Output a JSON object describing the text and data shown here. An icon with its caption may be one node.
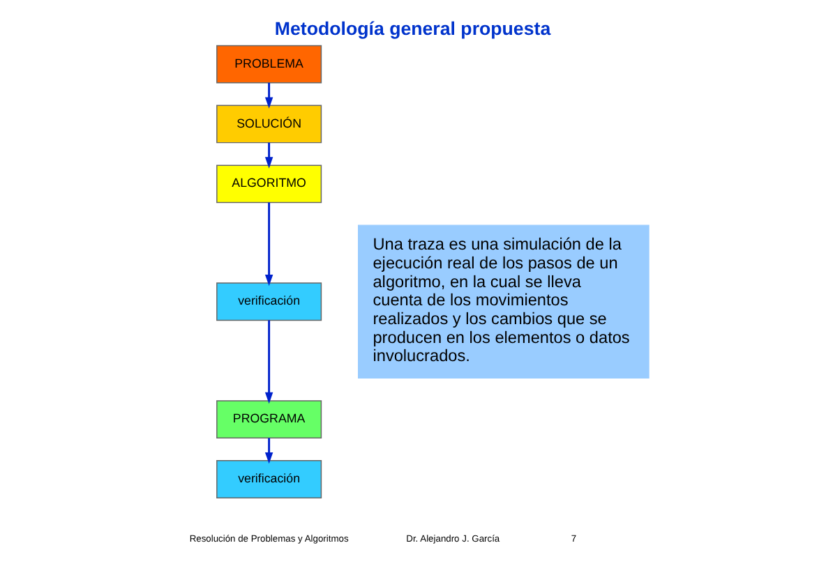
{
  "diagram": {
    "title": "Metodología general propuesta",
    "nodes": [
      {
        "text": [
          "PROBLEMA"
        ]
      },
      {
        "text": [
          "SOLUCIÓN"
        ]
      },
      {
        "text": [
          "ALGORITMO"
        ]
      },
      {
        "text": [
          "verificación"
        ]
      },
      {
        "text": [
          "PROGRAMA"
        ]
      },
      {
        "text": [
          "verificación"
        ]
      },
      {
        "text": [
          "Una traza es una simulación de la ejecución real de los pasos de un algoritmo, en la cual se lleva cuenta de los movimientos realizados y los cambios que se producen en los elementos o datos involucrados."
        ]
      }
    ],
    "edges": [
      {
        "from": 0,
        "to": 1,
        "arrow": "to"
      },
      {
        "from": 1,
        "to": 2,
        "arrow": "to"
      },
      {
        "from": 2,
        "to": 3,
        "arrow": "to"
      },
      {
        "from": 3,
        "to": 4,
        "arrow": "to"
      },
      {
        "from": 4,
        "to": 5,
        "arrow": "to"
      }
    ],
    "labels": [
      "Resolución de Problemas y Algoritmos",
      "Dr. Alejandro J. García",
      "7"
    ]
  }
}
